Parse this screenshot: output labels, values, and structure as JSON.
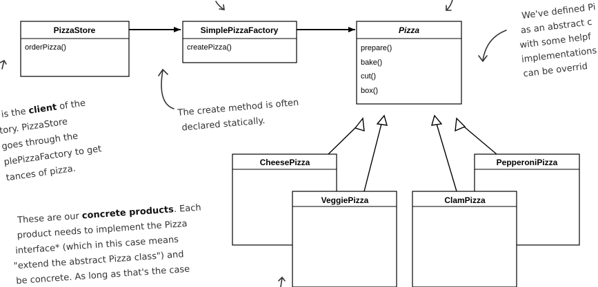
{
  "classes": {
    "pizza_store": {
      "name": "PizzaStore",
      "methods": [
        "orderPizza()"
      ]
    },
    "simple_factory": {
      "name": "SimplePizzaFactory",
      "methods": [
        "createPizza()"
      ]
    },
    "pizza": {
      "name": "Pizza",
      "methods": [
        "prepare()",
        "bake()",
        "cut()",
        "box()"
      ]
    },
    "cheese": {
      "name": "CheesePizza"
    },
    "veggie": {
      "name": "VeggiePizza"
    },
    "clam": {
      "name": "ClamPizza"
    },
    "pepperoni": {
      "name": "PepperoniPizza"
    }
  },
  "annotations": {
    "top_right": [
      "We've defined Pi",
      "as an abstract c",
      "with some helpf",
      "implementations",
      "can be overrid"
    ],
    "create_method": [
      "The create method is often",
      "declared statically."
    ],
    "client": {
      "line1_pre": "is the ",
      "line1_bold": "client",
      "line1_post": " of the",
      "lines": [
        "tory. PizzaStore",
        "goes through the",
        "plePizzaFactory to get",
        "tances of pizza."
      ]
    },
    "concrete": {
      "line1_pre": "These are our ",
      "line1_bold": "concrete products",
      "line1_post": ". Each",
      "lines": [
        "product needs to implement the Pizza",
        "interface* (which in this case means",
        "\"extend the abstract Pizza class\") and",
        "be concrete. As long as that's the case"
      ]
    }
  }
}
